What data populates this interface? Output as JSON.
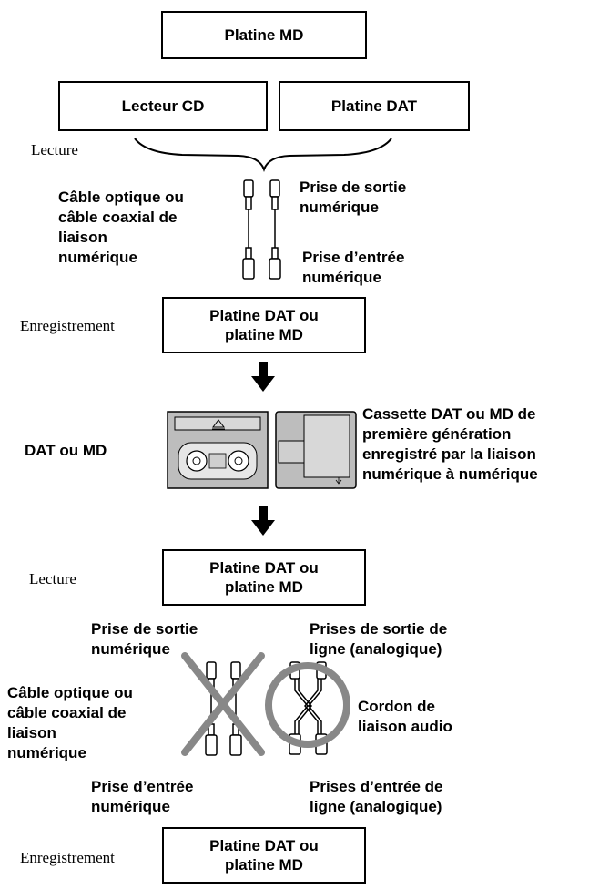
{
  "boxes": {
    "platine_md_top": "Platine MD",
    "lecteur_cd": "Lecteur CD",
    "platine_dat_top": "Platine DAT",
    "rec_deck_1": "Platine DAT ou\nplatine MD",
    "play_deck_2": "Platine DAT ou\nplatine MD",
    "rec_deck_2": "Platine DAT ou\nplatine MD"
  },
  "side_labels": {
    "lecture_1": "Lecture",
    "enregistrement_1": "Enregistrement",
    "dat_ou_md": "DAT ou MD",
    "lecture_2": "Lecture",
    "enregistrement_2": "Enregistrement"
  },
  "section1": {
    "cable_label": "Câble optique ou\ncâble coaxial de\nliaison\nnumérique",
    "output_jack": "Prise de sortie\nnumérique",
    "input_jack": "Prise d’entrée\nnumérique"
  },
  "media_caption": "Cassette DAT ou MD de\npremière génération\nenregistré par la liaison\nnumérique à numérique",
  "section2": {
    "digital_output": "Prise de sortie\nnumérique",
    "line_outputs": "Prises de sortie de\nligne (analogique)",
    "cable_label": "Câble optique ou\ncâble coaxial de\nliaison\nnumérique",
    "audio_cord": "Cordon de\nliaison audio",
    "digital_input": "Prise d’entrée\nnumérique",
    "line_inputs": "Prises d’entrée de\nligne (analogique)"
  },
  "icons": {
    "arrow": "down-arrow-icon",
    "cross": "cross-mark-icon",
    "circle": "circle-mark-icon"
  }
}
